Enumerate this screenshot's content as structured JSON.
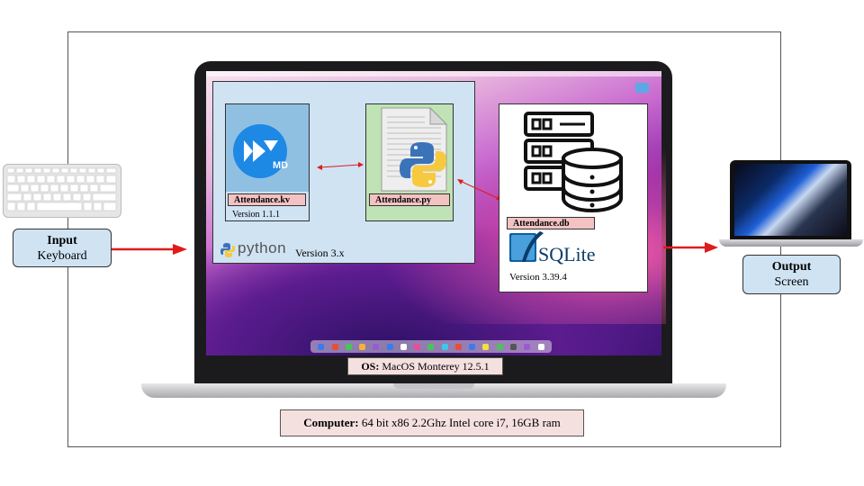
{
  "input": {
    "title": "Input",
    "subtitle": "Keyboard"
  },
  "output": {
    "title": "Output",
    "subtitle": "Screen"
  },
  "kivy": {
    "filename": "Attendance.kv",
    "version": "Version 1.1.1",
    "logo_text": "MD"
  },
  "python_file": {
    "filename": "Attendance.py"
  },
  "python_runtime": {
    "logo_text": "python",
    "version": "Version 3.x"
  },
  "database": {
    "filename": "Attendance.db",
    "engine": "SQLite",
    "version": "Version 3.39.4"
  },
  "os": {
    "label": "OS:",
    "value": "MacOS Monterey 12.5.1"
  },
  "computer": {
    "label": "Computer:",
    "value": "64 bit x86 2.2Ghz Intel core i7, 16GB ram"
  },
  "colors": {
    "arrow": "#e01b1b",
    "panel_blue": "#cfe3f3",
    "label_pink": "#f3c3c3",
    "py_green": "#bfe3b4"
  },
  "icons": [
    "keyboard-icon",
    "kivymd-logo-icon",
    "python-file-icon",
    "database-server-icon",
    "sqlite-logo-icon",
    "python-logo-icon",
    "macbook-icon"
  ]
}
